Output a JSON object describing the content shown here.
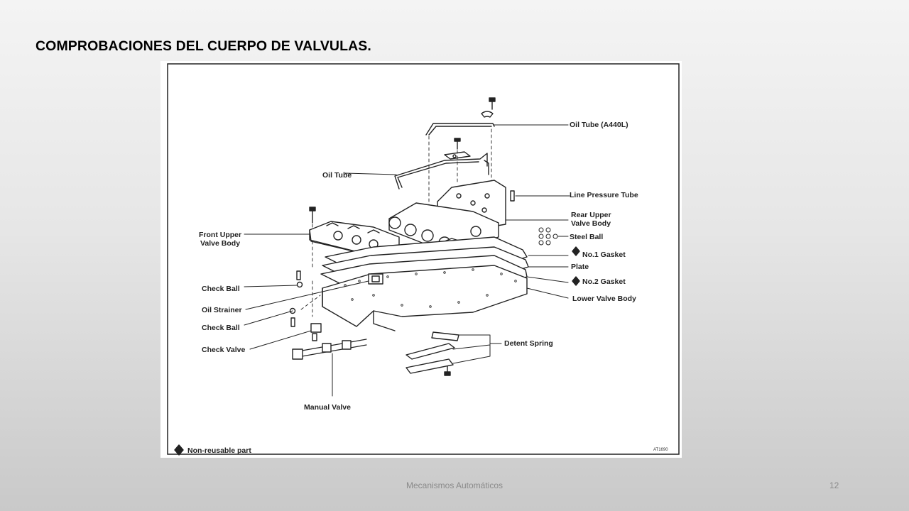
{
  "slide": {
    "title": "COMPROBACIONES DEL CUERPO DE VALVULAS.",
    "footer_text": "Mecanismos Automáticos",
    "page_number": "12"
  },
  "diagram": {
    "labels": {
      "oil_tube_a440l": "Oil Tube (A440L)",
      "oil_tube": "Oil Tube",
      "line_pressure_tube": "Line Pressure Tube",
      "rear_upper_1": "Rear Upper",
      "rear_upper_2": "Valve Body",
      "front_upper_1": "Front Upper",
      "front_upper_2": "Valve Body",
      "steel_ball": "Steel Ball",
      "no1_gasket": "No.1 Gasket",
      "plate": "Plate",
      "no2_gasket": "No.2 Gasket",
      "lower_valve_body": "Lower Valve Body",
      "check_ball_1": "Check Ball",
      "oil_strainer": "Oil Strainer",
      "check_ball_2": "Check Ball",
      "check_valve": "Check Valve",
      "detent_spring": "Detent Spring",
      "manual_valve": "Manual Valve",
      "legend_non_reusable": "Non-reusable part",
      "figure_code": "AT1690"
    }
  }
}
